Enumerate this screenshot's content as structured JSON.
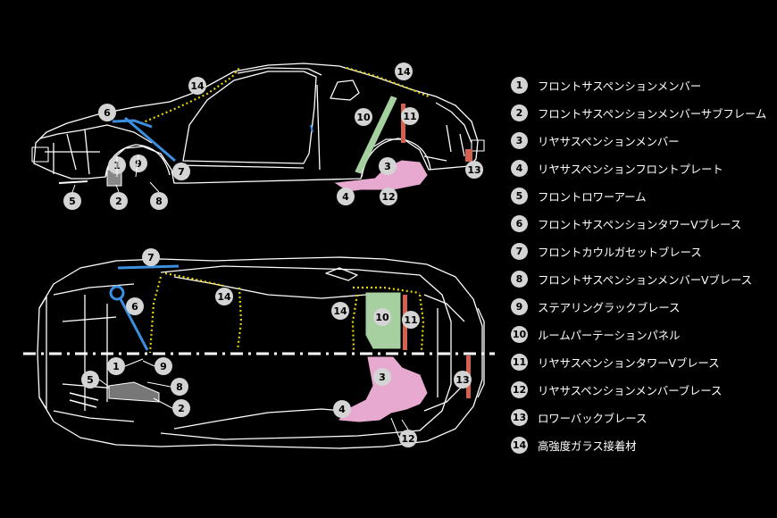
{
  "callouts_side": [
    {
      "n": "14"
    },
    {
      "n": "14"
    },
    {
      "n": "6"
    },
    {
      "n": "10"
    },
    {
      "n": "11"
    },
    {
      "n": "7"
    },
    {
      "n": "3"
    },
    {
      "n": "1"
    },
    {
      "n": "9"
    },
    {
      "n": "13"
    },
    {
      "n": "5"
    },
    {
      "n": "2"
    },
    {
      "n": "8"
    },
    {
      "n": "4"
    },
    {
      "n": "12"
    }
  ],
  "callouts_top": [
    {
      "n": "7"
    },
    {
      "n": "6"
    },
    {
      "n": "14"
    },
    {
      "n": "14"
    },
    {
      "n": "10"
    },
    {
      "n": "11"
    },
    {
      "n": "1"
    },
    {
      "n": "9"
    },
    {
      "n": "5"
    },
    {
      "n": "8"
    },
    {
      "n": "2"
    },
    {
      "n": "3"
    },
    {
      "n": "13"
    },
    {
      "n": "4"
    },
    {
      "n": "12"
    }
  ],
  "legend": [
    {
      "num": "1",
      "label": "フロントサスペンションメンバー"
    },
    {
      "num": "2",
      "label": "フロントサスペンションメンバーサブフレーム"
    },
    {
      "num": "3",
      "label": "リヤサスペンションメンバー"
    },
    {
      "num": "4",
      "label": "リヤサスペンションフロントプレート"
    },
    {
      "num": "5",
      "label": "フロントロワーアーム"
    },
    {
      "num": "6",
      "label": "フロントサスペンションタワーVブレース"
    },
    {
      "num": "7",
      "label": "フロントカウルガセットブレース"
    },
    {
      "num": "8",
      "label": "フロントサスペンションメンバーVブレース"
    },
    {
      "num": "9",
      "label": "ステアリングラックブレース"
    },
    {
      "num": "10",
      "label": "ルームパーテーションパネル"
    },
    {
      "num": "11",
      "label": "リヤサスペンションタワーVブレース"
    },
    {
      "num": "12",
      "label": "リヤサスペンションメンバーブレース"
    },
    {
      "num": "13",
      "label": "ロワーバックブレース"
    },
    {
      "num": "14",
      "label": "高強度ガラス接着材"
    }
  ],
  "colors": {
    "background": "#000000",
    "outline": "#ffffff",
    "callout_fill": "#d4d4d4",
    "brace_blue": "#3b8fe0",
    "partition_green": "#a6d0a0",
    "rear_member_pink": "#e7a9d0",
    "tower_brace_red": "#d46050",
    "adhesive_yellow": "#e8d400"
  }
}
